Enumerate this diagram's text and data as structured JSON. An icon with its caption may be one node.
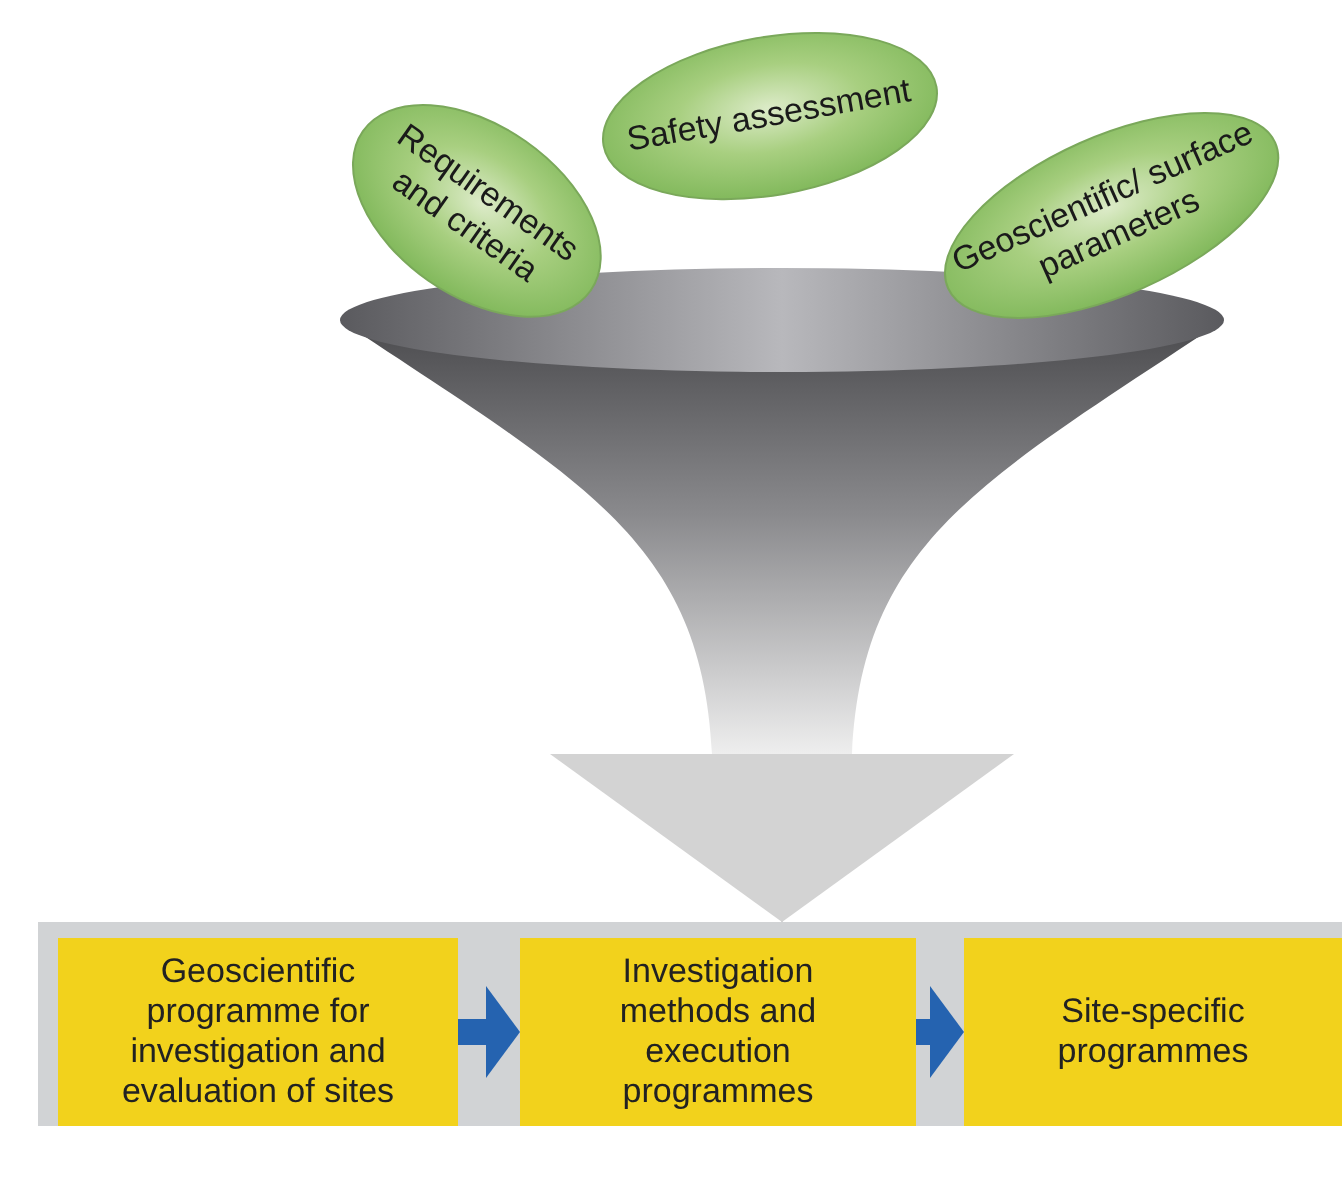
{
  "diagram": {
    "nodes": [
      {
        "text": [
          "Requirements and criteria"
        ]
      },
      {
        "text": [
          "Safety assessment"
        ]
      },
      {
        "text": [
          "Geoscientific/ surface parameters"
        ]
      },
      {
        "text": [],
        "shape": "funnel"
      },
      {
        "text": [],
        "shape": "box"
      },
      {
        "text": [
          "Geoscientific programme for investigation and evaluation of sites"
        ],
        "in": 4
      },
      {
        "text": [
          "Investigation methods and execution programmes"
        ],
        "in": 4
      },
      {
        "text": [
          "Site-specific programmes"
        ],
        "in": 4
      }
    ],
    "edges": [
      {
        "from": 3,
        "to": 4,
        "arrow": "to",
        "color": "#d3d3d3"
      },
      {
        "from": 5,
        "to": 6,
        "arrow": "to"
      },
      {
        "from": 6,
        "to": 7,
        "arrow": "to"
      }
    ]
  }
}
